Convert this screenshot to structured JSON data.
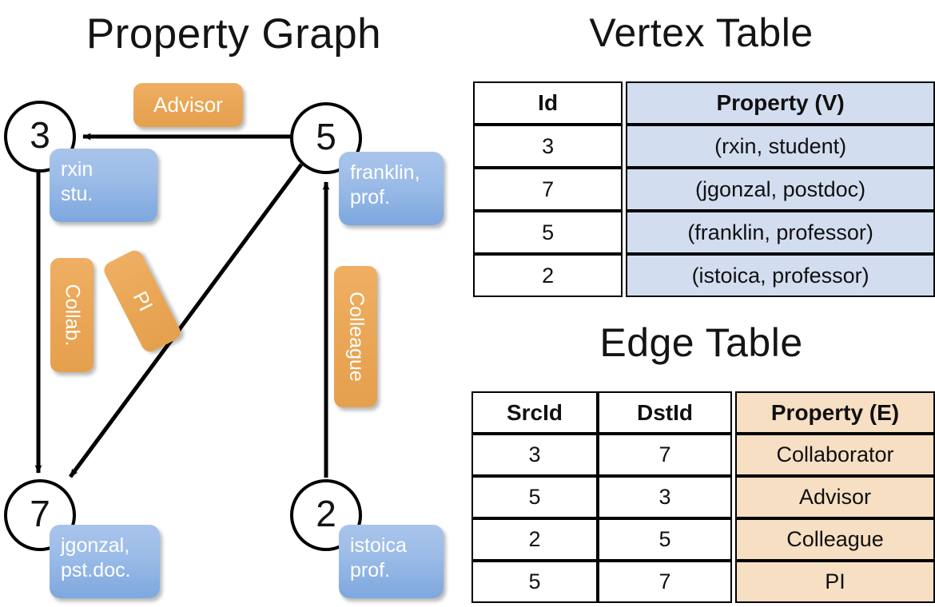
{
  "titles": {
    "property_graph": "Property Graph",
    "vertex_table": "Vertex Table",
    "edge_table": "Edge Table"
  },
  "graph": {
    "nodes": [
      {
        "id": "3",
        "property": "rxin\nstu."
      },
      {
        "id": "5",
        "property": "franklin,\nprof."
      },
      {
        "id": "7",
        "property": "jgonzal,\npst.doc."
      },
      {
        "id": "2",
        "property": "istoica\nprof."
      }
    ],
    "edge_labels": [
      {
        "name": "advisor",
        "text": "Advisor"
      },
      {
        "name": "collab",
        "text": "Collab."
      },
      {
        "name": "pi",
        "text": "PI"
      },
      {
        "name": "colleague",
        "text": "Colleague"
      }
    ]
  },
  "vertex_table": {
    "headers": [
      "Id",
      "Property (V)"
    ],
    "rows": [
      {
        "id": "3",
        "property": "(rxin, student)"
      },
      {
        "id": "7",
        "property": "(jgonzal, postdoc)"
      },
      {
        "id": "5",
        "property": "(franklin, professor)"
      },
      {
        "id": "2",
        "property": "(istoica, professor)"
      }
    ]
  },
  "edge_table": {
    "headers": [
      "SrcId",
      "DstId",
      "Property (E)"
    ],
    "rows": [
      {
        "src": "3",
        "dst": "7",
        "property": "Collaborator"
      },
      {
        "src": "5",
        "dst": "3",
        "property": "Advisor"
      },
      {
        "src": "2",
        "dst": "5",
        "property": "Colleague"
      },
      {
        "src": "5",
        "dst": "7",
        "property": "PI"
      }
    ]
  },
  "colors": {
    "vertex_property_fill": "#d3ddf0",
    "edge_property_fill": "#f7dfc4",
    "node_property_box": "#9cbce8",
    "edge_label_box": "#eaa757",
    "stroke": "#000000"
  }
}
